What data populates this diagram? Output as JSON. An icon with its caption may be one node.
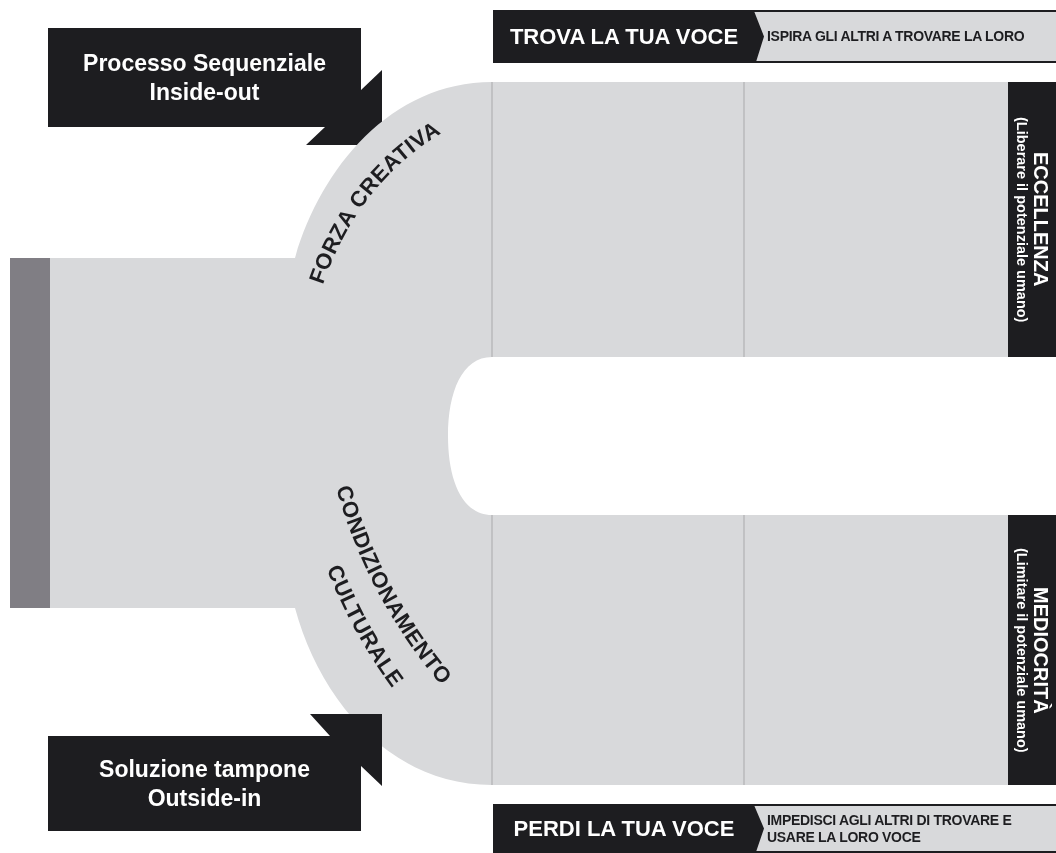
{
  "diagram": {
    "nodes": [
      {
        "text": [
          "Processo Sequenziale Inside-out"
        ]
      },
      {
        "text": [
          "TROVA LA TUA VOCE"
        ]
      },
      {
        "text": [
          "ISPIRA GLI ALTRI A TROVARE LA LORO"
        ]
      },
      {
        "text": [
          "FORZA CREATIVA",
          "CONDIZIONAMENTO CULTURALE"
        ]
      },
      {
        "text": [
          "ECCELLENZA",
          "(Liberare il potenziale umano)"
        ],
        "in": 3
      },
      {
        "text": [
          "MEDIOCRITÀ",
          "(Limitare il potenziale umano)"
        ],
        "in": 3
      },
      {
        "text": [
          "Soluzione tampone Outside-in"
        ]
      },
      {
        "text": [
          "PERDI LA TUA VOCE"
        ]
      },
      {
        "text": [
          "IMPEDISCI AGLI ALTRI DI TROVARE E USARE LA LORO VOCE"
        ]
      }
    ]
  }
}
